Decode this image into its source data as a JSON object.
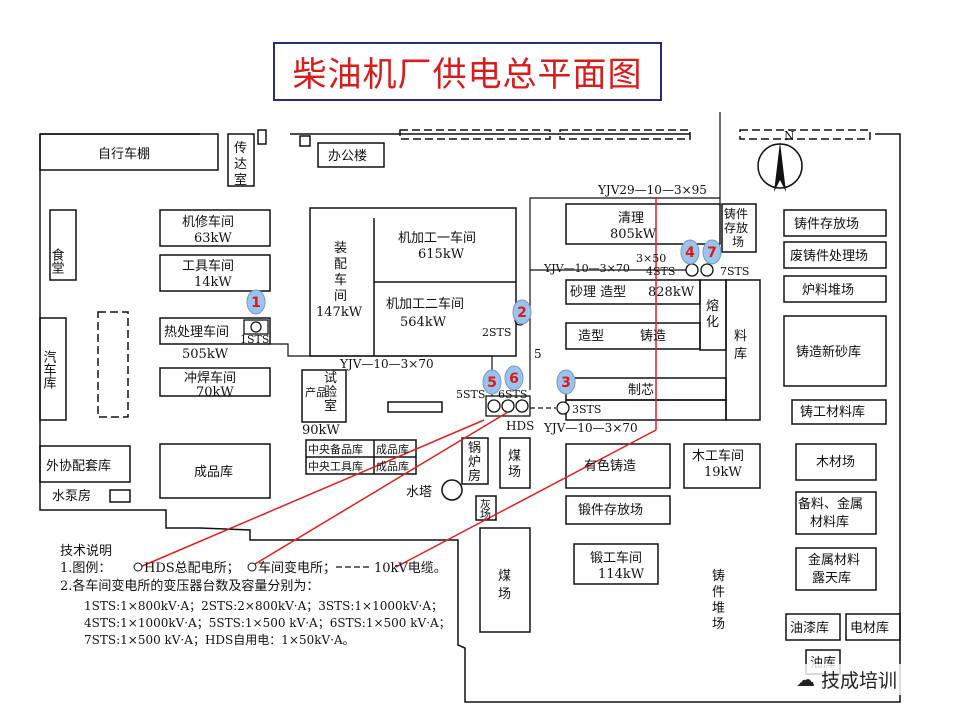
{
  "title": "柴油机厂供电总平面图",
  "buildings": {
    "bike_shed": "自行车棚",
    "guard_1": "传",
    "guard_2": "达",
    "guard_3": "室",
    "office": "办公楼",
    "canteen": "食堂",
    "garage": "汽车库",
    "pump_house": "水泵房",
    "outsourcing": "外协配套库",
    "repair_name": "机修车间",
    "repair_kw": "63kW",
    "tool_name": "工具车间",
    "tool_kw": "14kW",
    "heat_name": "热处理车间",
    "heat_kw": "505kW",
    "weld_name": "冲焊车间",
    "weld_kw": "70kW",
    "finished": "成品库",
    "assembly_1": "装",
    "assembly_2": "配",
    "assembly_3": "车",
    "assembly_4": "间",
    "assembly_kw": "147kW",
    "mach1_name": "机加工一车间",
    "mach1_kw": "615kW",
    "mach2_name": "机加工二车间",
    "mach2_kw": "564kW",
    "test_1": "试",
    "test_2": "验",
    "test_3": "室",
    "product": "产品",
    "test_kw": "90kW",
    "central_parts": "中央备品库",
    "finished_small_1": "成品库",
    "central_tools": "中央工具库",
    "finished_small_2": "成品库",
    "water_tower": "水塔",
    "boiler_1": "锅",
    "boiler_2": "炉",
    "boiler_3": "房",
    "ash_1": "灰",
    "ash_2": "场",
    "coal_small_1": "煤",
    "coal_small_2": "场",
    "coal_big_1": "煤",
    "coal_big_2": "场",
    "cleaning_name": "清理",
    "cleaning_kw": "805kW",
    "cast_yard_1": "铸件",
    "cast_yard_2": "存放",
    "cast_yard_3": "场",
    "sand_mold": "砂理  造型",
    "sand_kw": "828kW",
    "molding": "造型",
    "casting": "铸造",
    "melt_1": "熔",
    "melt_2": "化",
    "material_1": "料",
    "material_2": "库",
    "core": "制芯",
    "nonferrous": "有色铸造",
    "forging_yard": "锻件存放场",
    "forging_name": "锻工车间",
    "forging_kw": "114kW",
    "wood_name": "木工车间",
    "wood_kw": "19kW",
    "cast_pile_1": "铸",
    "cast_pile_2": "件",
    "cast_pile_3": "堆",
    "cast_pile_4": "场",
    "r_cast_store": "铸件存放场",
    "r_scrap": "废铸件处理场",
    "r_charge": "炉料堆场",
    "r_sand": "铸造新砂库",
    "r_cast_mat": "铸工材料库",
    "r_timber": "木材场",
    "r_spare_1": "备料、金属",
    "r_spare_2": "材料库",
    "r_metal_1": "金属材料",
    "r_metal_2": "露天库",
    "r_paint": "油漆库",
    "r_elec": "电材库",
    "r_oil": "油库"
  },
  "stations": {
    "s1": "1STS",
    "s2": "2STS",
    "s3": "3STS",
    "s4": "4STS",
    "s5": "5STS",
    "s6": "6STS",
    "s7": "7STS",
    "hds": "HDS"
  },
  "callouts": [
    "1",
    "2",
    "3",
    "4",
    "5",
    "6",
    "7"
  ],
  "cables": {
    "c_top": "YJV29—10—3×95",
    "c_mid": "YJV—10—3×70",
    "c_mid2": "3×50",
    "c_left": "YJV—10—3×70",
    "c_bottom": "YJV—10—3×70",
    "c_5": "5"
  },
  "compass": "N",
  "notes": {
    "heading": "技术说明",
    "legend_prefix": "1.图例：",
    "legend_hds": "HDS总配电所；",
    "legend_sts": "车间变电所；",
    "legend_cable": "10kV电缆。",
    "line2": "2.各车间变电所的变压器台数及容量分别为：",
    "line3": "1STS:1×800kV·A；2STS:2×800kV·A；3STS:1×1000kV·A；",
    "line4": "4STS:1×1000kV·A；5STS:1×500 kV·A；6STS:1×500 kV·A；",
    "line5": "7STS:1×500 kV·A；HDS自用电：1×50kV·A。"
  },
  "watermark": "技成培训",
  "colors": {
    "title": "#d81b1b",
    "title_border": "#2a2a7a",
    "callout_fill": "#9ec3ea",
    "callout_text": "#d81b1b",
    "annotation_line": "#e02020"
  }
}
